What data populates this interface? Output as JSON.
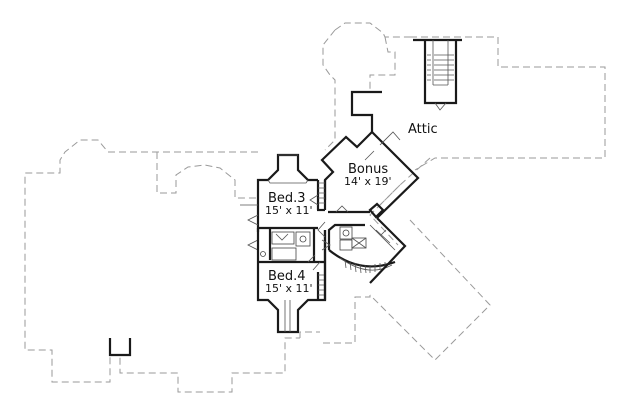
{
  "plan": {
    "type": "second-floor-plan",
    "line_color": "#1a1a1a",
    "outline_color": "#9a9a9a",
    "rooms": [
      {
        "id": "bonus",
        "name": "Bonus",
        "dimensions": "14' x 19'"
      },
      {
        "id": "bed3",
        "name": "Bed.3",
        "dimensions": "15' x 11'"
      },
      {
        "id": "bed4",
        "name": "Bed.4",
        "dimensions": "15' x 11'"
      }
    ],
    "areas": [
      {
        "id": "attic",
        "name": "Attic"
      }
    ]
  }
}
